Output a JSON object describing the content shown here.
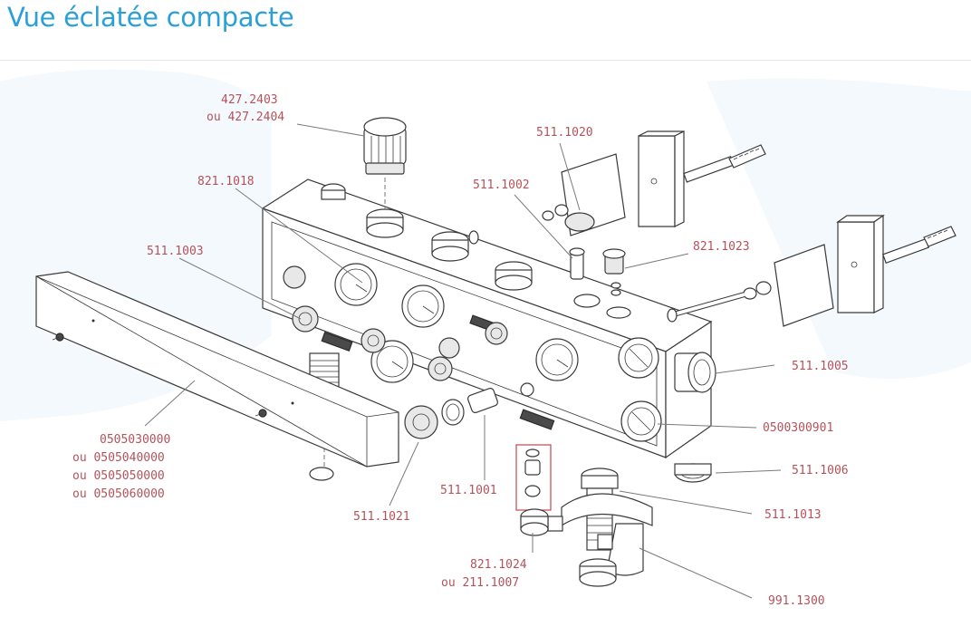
{
  "header": {
    "title": "Vue éclatée compacte"
  },
  "labels": {
    "l427": "427.2403",
    "l427b": "ou 427.2404",
    "l821_1018": "821.1018",
    "l511_1020": "511.1020",
    "l511_1002": "511.1002",
    "l511_1003": "511.1003",
    "l821_1023": "821.1023",
    "l511_1005": "511.1005",
    "l0500300901": "0500300901",
    "l511_1006": "511.1006",
    "l511_1013": "511.1013",
    "l0505a": "0505030000",
    "l0505b": "ou 0505040000",
    "l0505c": "ou 0505050000",
    "l0505d": "ou 0505060000",
    "l511_1021": "511.1021",
    "l511_1001": "511.1001",
    "l821_1024": "821.1024",
    "l821_1024b": "ou 211.1007",
    "l991_1300": "991.1300"
  },
  "colors": {
    "title": "#2a9fd8",
    "label": "#b4525a",
    "outline": "#3a3a3a"
  }
}
